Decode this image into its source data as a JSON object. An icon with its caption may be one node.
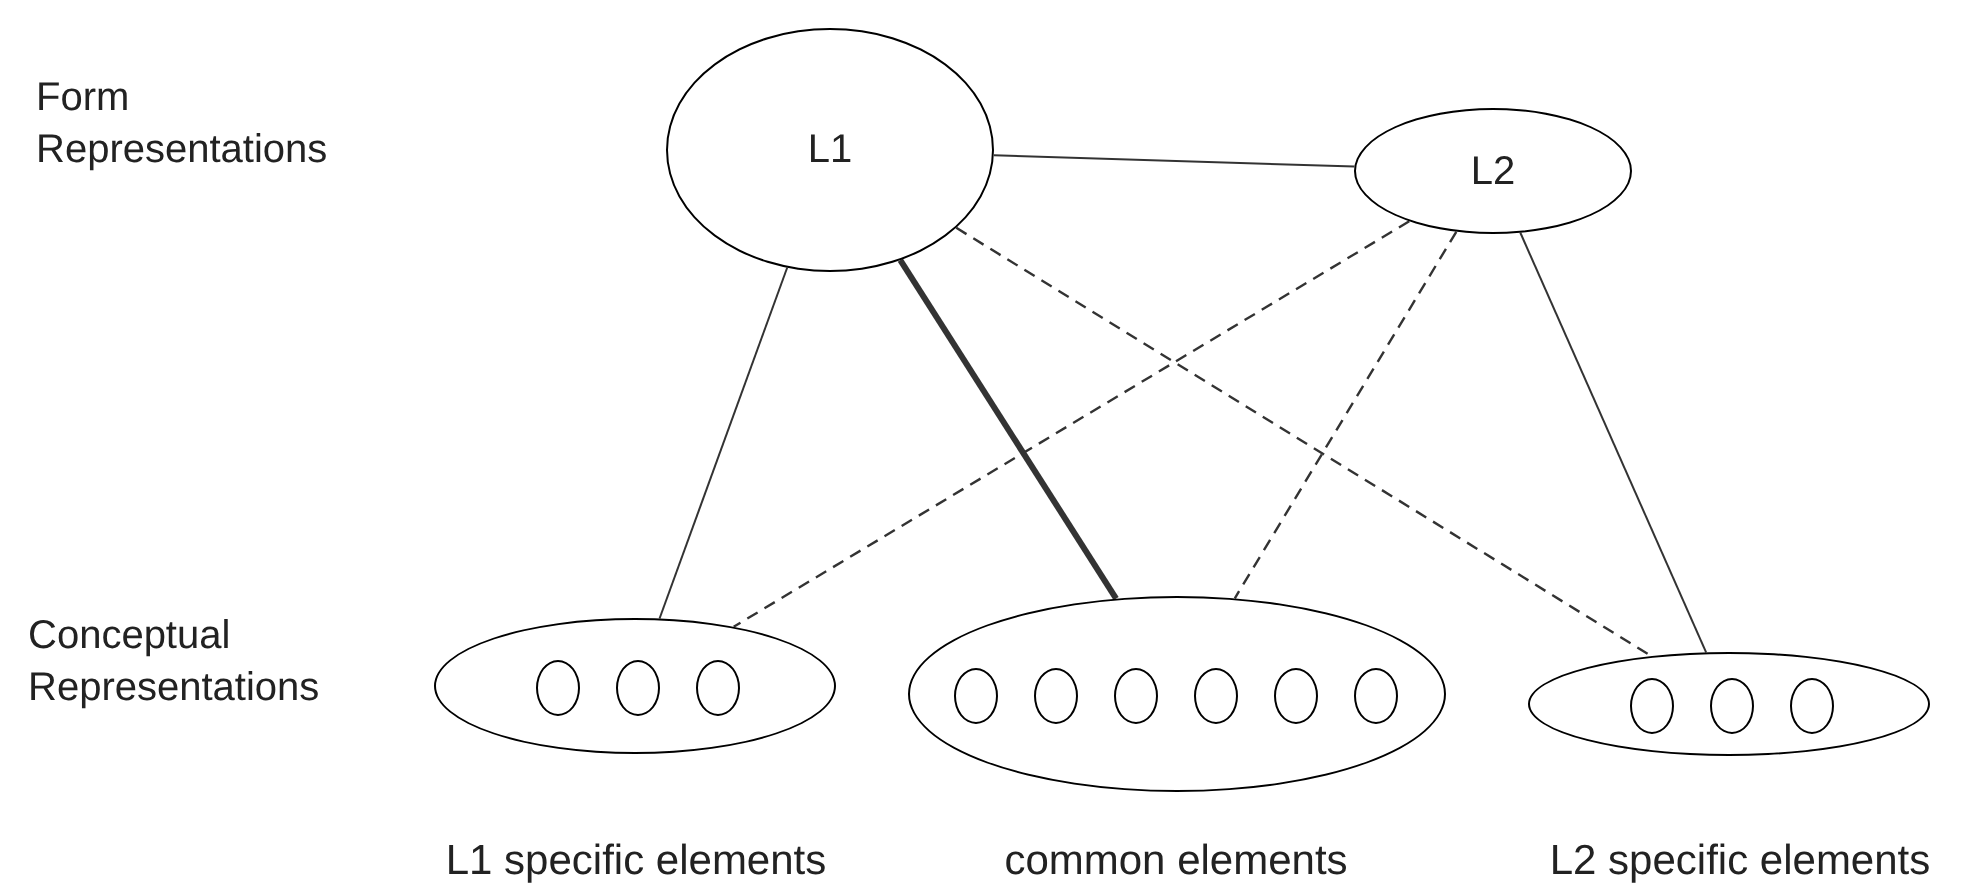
{
  "diagram": {
    "nodes": [
      {
        "text": [
          "L1"
        ]
      },
      {
        "text": [
          "L2"
        ]
      },
      {
        "text": [],
        "shape": "ellipse",
        "beside": [
          "L1 specific elements"
        ]
      },
      {
        "text": [],
        "shape": "ellipse",
        "in": 2
      },
      {
        "text": [],
        "shape": "ellipse",
        "in": 2
      },
      {
        "text": [],
        "shape": "ellipse",
        "in": 2
      },
      {
        "text": [],
        "shape": "ellipse",
        "beside": [
          "common elements"
        ]
      },
      {
        "text": [],
        "shape": "ellipse",
        "in": 6
      },
      {
        "text": [],
        "shape": "ellipse",
        "in": 6
      },
      {
        "text": [],
        "shape": "ellipse",
        "in": 6
      },
      {
        "text": [],
        "shape": "ellipse",
        "in": 6
      },
      {
        "text": [],
        "shape": "ellipse",
        "in": 6
      },
      {
        "text": [],
        "shape": "ellipse",
        "in": 6
      },
      {
        "text": [],
        "shape": "ellipse",
        "beside": [
          "L2 specific elements"
        ]
      },
      {
        "text": [],
        "shape": "ellipse",
        "in": 13
      },
      {
        "text": [],
        "shape": "ellipse",
        "in": 13
      },
      {
        "text": [],
        "shape": "ellipse",
        "in": 13
      }
    ],
    "edges": [
      {
        "from": 0,
        "to": 1,
        "arrow": "none"
      },
      {
        "from": 0,
        "to": 2,
        "arrow": "none"
      },
      {
        "from": 0,
        "to": 6,
        "arrow": "none",
        "style": "thick"
      },
      {
        "from": 0,
        "to": 13,
        "arrow": "none",
        "style": "dashed"
      },
      {
        "from": 1,
        "to": 2,
        "arrow": "none",
        "style": "dashed"
      },
      {
        "from": 1,
        "to": 6,
        "arrow": "none",
        "style": "dashed"
      },
      {
        "from": 1,
        "to": 13,
        "arrow": "none"
      }
    ],
    "labels": [
      "Form Representations",
      "Conceptual Representations"
    ]
  }
}
